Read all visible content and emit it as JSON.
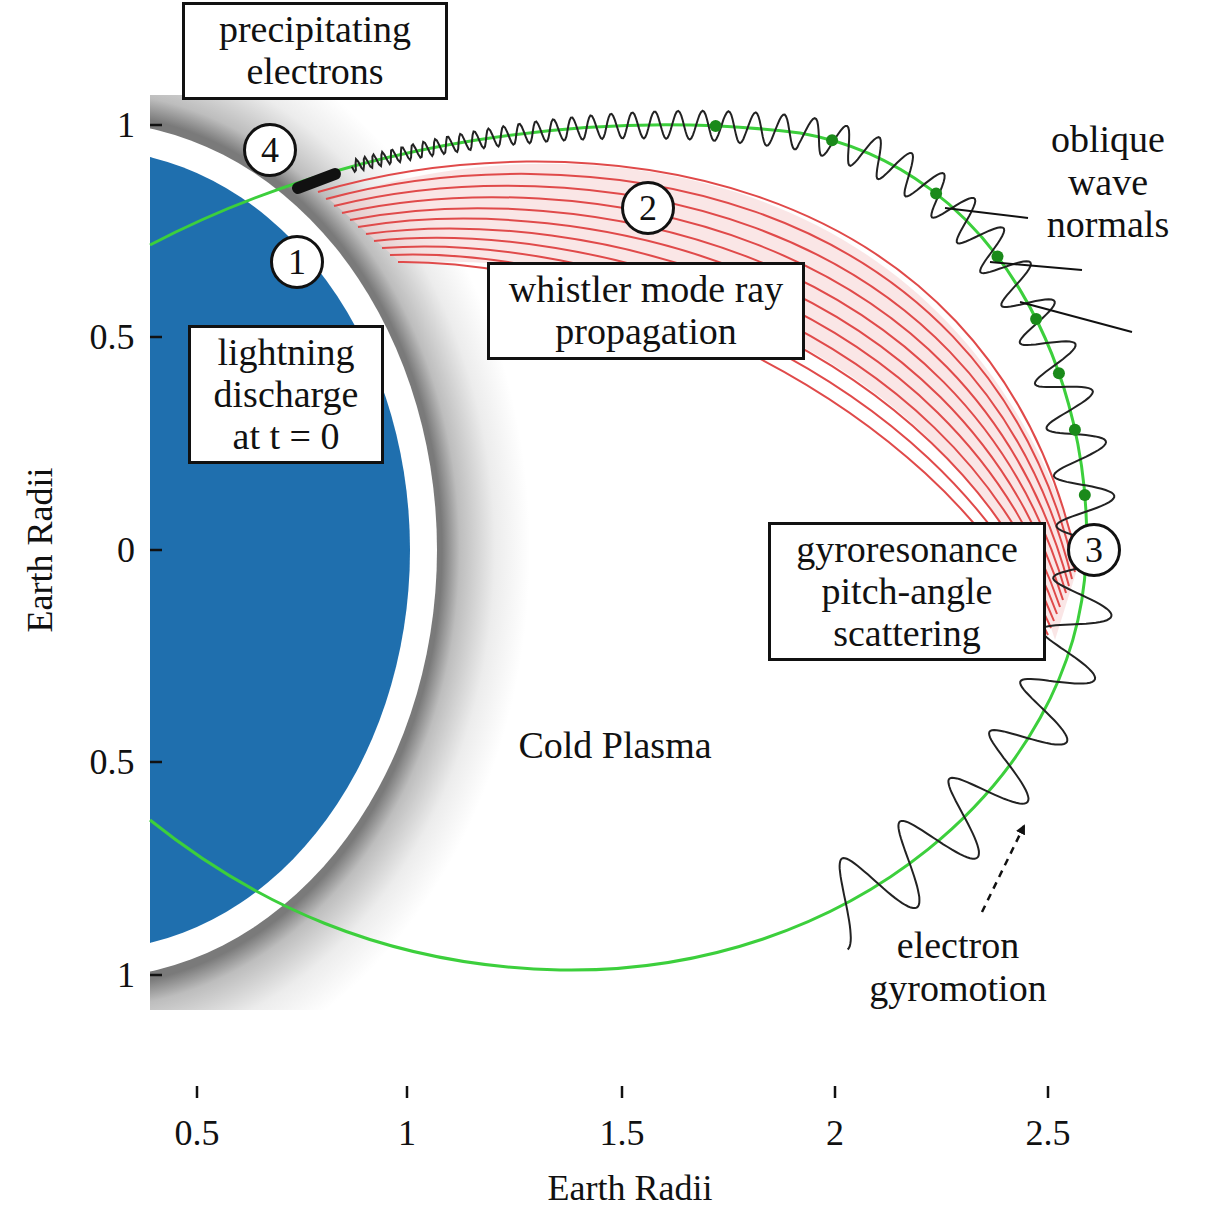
{
  "diagram": {
    "nodes": [
      {
        "text": [
          "precipitating electrons"
        ]
      },
      {
        "text": [
          "4"
        ]
      },
      {
        "text": [
          "2"
        ]
      },
      {
        "text": [
          "1"
        ]
      },
      {
        "text": [
          "lightning discharge at t = 0"
        ]
      },
      {
        "text": [
          "whistler mode ray propagation"
        ]
      },
      {
        "text": [
          "gyroresonance pitch-angle scattering"
        ]
      },
      {
        "text": [
          "3"
        ]
      }
    ],
    "edges": [],
    "labels": [
      "oblique wave normals",
      "Cold Plasma",
      "electron gyromotion",
      "1",
      "0.5",
      "0",
      "0.5",
      "1",
      "0.5",
      "1",
      "1.5",
      "2",
      "2.5",
      "Earth Radii",
      "Earth Radii"
    ]
  }
}
